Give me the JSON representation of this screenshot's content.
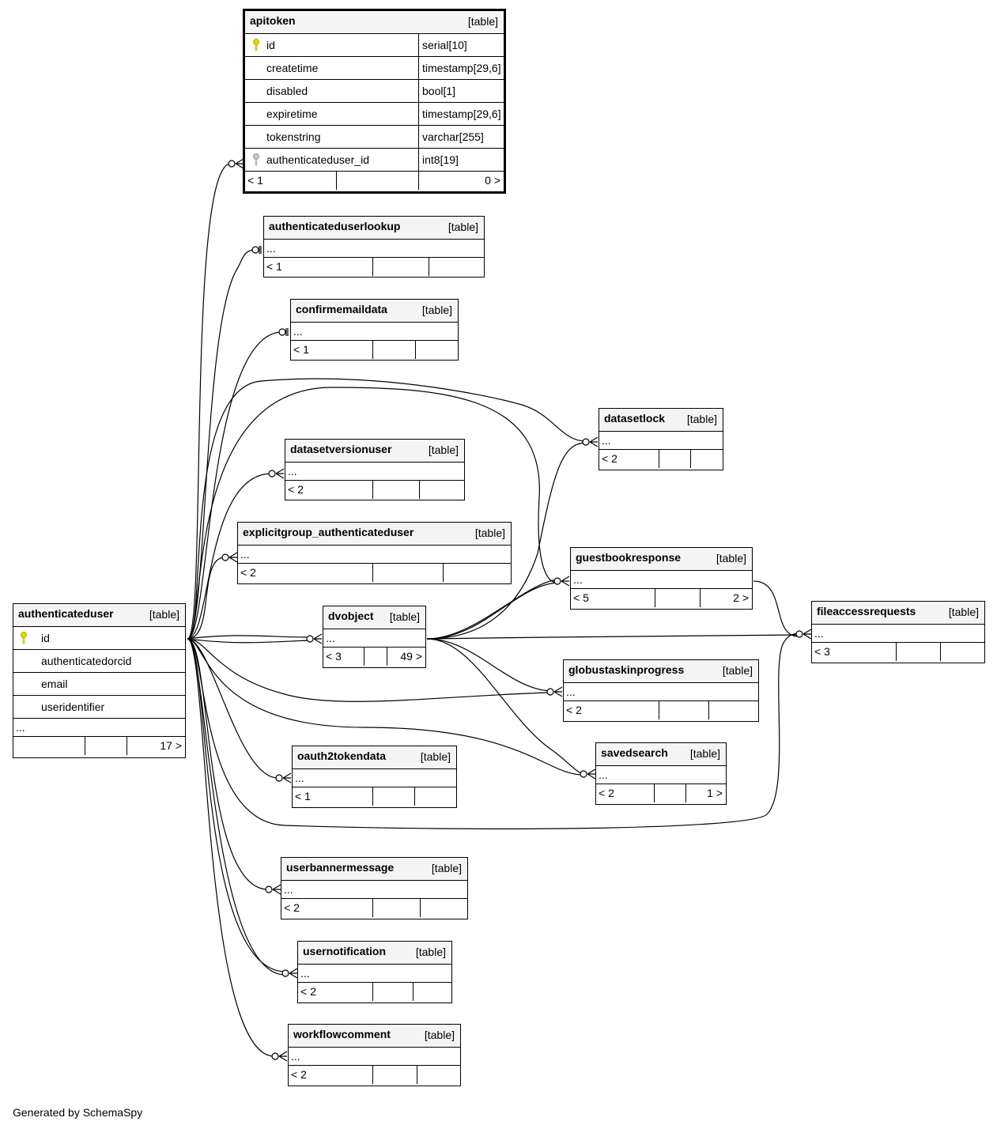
{
  "footer": "Generated by SchemaSpy",
  "kind_label": "[table]",
  "tables": {
    "apitoken": {
      "name": "apitoken",
      "columns": [
        {
          "name": "id",
          "type": "serial[10]"
        },
        {
          "name": "createtime",
          "type": "timestamp[29,6]"
        },
        {
          "name": "disabled",
          "type": "bool[1]"
        },
        {
          "name": "expiretime",
          "type": "timestamp[29,6]"
        },
        {
          "name": "tokenstring",
          "type": "varchar[255]"
        },
        {
          "name": "authenticateduser_id",
          "type": "int8[19]"
        }
      ],
      "parents": "< 1",
      "children": "0 >"
    },
    "authenticateduserlookup": {
      "name": "authenticateduserlookup",
      "ellipsis": "...",
      "parents": "< 1"
    },
    "confirmemaildata": {
      "name": "confirmemaildata",
      "ellipsis": "...",
      "parents": "< 1"
    },
    "datasetversionuser": {
      "name": "datasetversionuser",
      "ellipsis": "...",
      "parents": "< 2"
    },
    "explicitgroup_authenticateduser": {
      "name": "explicitgroup_authenticateduser",
      "ellipsis": "...",
      "parents": "< 2"
    },
    "authenticateduser": {
      "name": "authenticateduser",
      "columns": [
        "id",
        "authenticatedorcid",
        "email",
        "useridentifier"
      ],
      "ellipsis": "...",
      "children": "17 >"
    },
    "dvobject": {
      "name": "dvobject",
      "ellipsis": "...",
      "parents": "< 3",
      "children": "49 >"
    },
    "oauth2tokendata": {
      "name": "oauth2tokendata",
      "ellipsis": "...",
      "parents": "< 1"
    },
    "userbannermessage": {
      "name": "userbannermessage",
      "ellipsis": "...",
      "parents": "< 2"
    },
    "usernotification": {
      "name": "usernotification",
      "ellipsis": "...",
      "parents": "< 2"
    },
    "workflowcomment": {
      "name": "workflowcomment",
      "ellipsis": "...",
      "parents": "< 2"
    },
    "datasetlock": {
      "name": "datasetlock",
      "ellipsis": "...",
      "parents": "< 2"
    },
    "guestbookresponse": {
      "name": "guestbookresponse",
      "ellipsis": "...",
      "parents": "< 5",
      "children": "2 >"
    },
    "fileaccessrequests": {
      "name": "fileaccessrequests",
      "ellipsis": "...",
      "parents": "< 3"
    },
    "globustaskinprogress": {
      "name": "globustaskinprogress",
      "ellipsis": "...",
      "parents": "< 2"
    },
    "savedsearch": {
      "name": "savedsearch",
      "ellipsis": "...",
      "parents": "< 2",
      "children": "1 >"
    }
  },
  "relationships": [
    {
      "from": "authenticateduser",
      "to": "apitoken"
    },
    {
      "from": "authenticateduser",
      "to": "authenticateduserlookup"
    },
    {
      "from": "authenticateduser",
      "to": "confirmemaildata"
    },
    {
      "from": "authenticateduser",
      "to": "datasetversionuser"
    },
    {
      "from": "authenticateduser",
      "to": "explicitgroup_authenticateduser"
    },
    {
      "from": "authenticateduser",
      "to": "dvobject"
    },
    {
      "from": "authenticateduser",
      "to": "oauth2tokendata"
    },
    {
      "from": "authenticateduser",
      "to": "userbannermessage"
    },
    {
      "from": "authenticateduser",
      "to": "usernotification"
    },
    {
      "from": "authenticateduser",
      "to": "workflowcomment"
    },
    {
      "from": "authenticateduser",
      "to": "datasetlock"
    },
    {
      "from": "authenticateduser",
      "to": "guestbookresponse"
    },
    {
      "from": "authenticateduser",
      "to": "globustaskinprogress"
    },
    {
      "from": "authenticateduser",
      "to": "savedsearch"
    },
    {
      "from": "authenticateduser",
      "to": "fileaccessrequests"
    },
    {
      "from": "dvobject",
      "to": "datasetlock"
    },
    {
      "from": "dvobject",
      "to": "guestbookresponse"
    },
    {
      "from": "dvobject",
      "to": "fileaccessrequests"
    },
    {
      "from": "dvobject",
      "to": "globustaskinprogress"
    },
    {
      "from": "dvobject",
      "to": "savedsearch"
    },
    {
      "from": "guestbookresponse",
      "to": "fileaccessrequests"
    }
  ]
}
